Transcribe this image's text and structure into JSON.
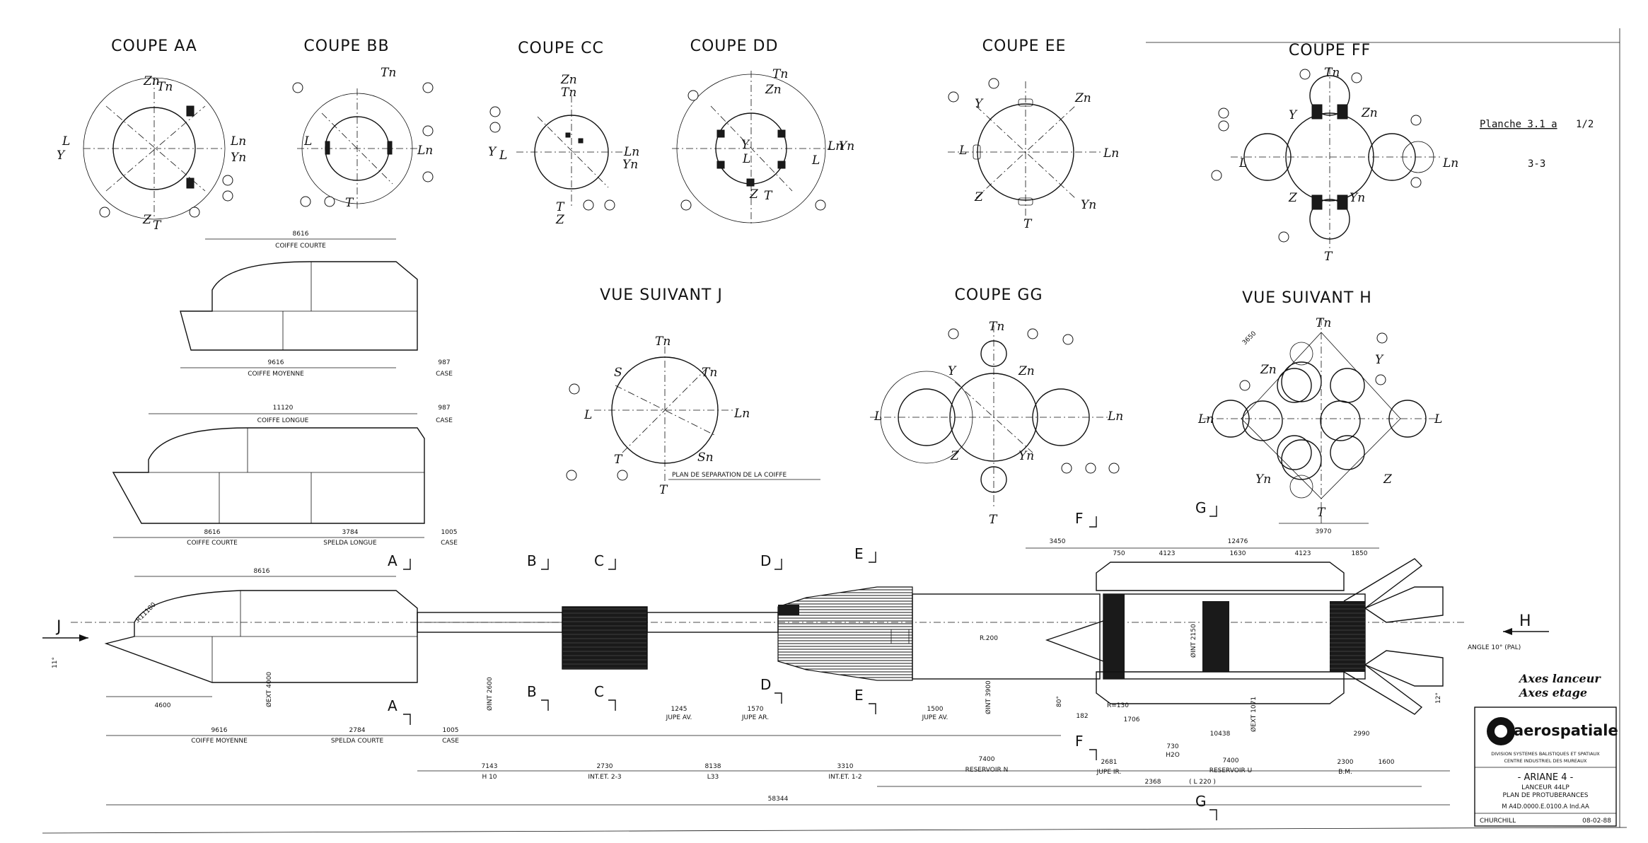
{
  "sections": {
    "aa": "COUPE AA",
    "bb": "COUPE BB",
    "cc": "COUPE CC",
    "dd": "COUPE DD",
    "ee": "COUPE EE",
    "ff": "COUPE FF",
    "j": "VUE SUIVANT J",
    "gg": "COUPE GG",
    "h": "VUE SUIVANT H"
  },
  "planche": {
    "label": "Planche 3.1 a",
    "sheet": "1/2",
    "page": "3-3"
  },
  "axis_labels": {
    "L": "L",
    "Ln": "Ln",
    "Y": "Y",
    "Yn": "Yn",
    "Z": "Z",
    "Zn": "Zn",
    "T": "T",
    "Tn": "Tn",
    "S": "S",
    "Sn": "Sn"
  },
  "fairings": {
    "courte": {
      "len": "8616",
      "name": "COIFFE COURTE"
    },
    "moyenne": {
      "len": "9616",
      "name": "COIFFE MOYENNE",
      "case_len": "987",
      "case": "CASE"
    },
    "longue": {
      "len": "11120",
      "name": "COIFFE LONGUE",
      "case_len": "987",
      "case": "CASE"
    },
    "speld": {
      "courte_len": "8616",
      "courte": "COIFFE COURTE",
      "spelda_len": "3784",
      "spelda": "SPELDA LONGUE",
      "case_len": "1005",
      "case": "CASE"
    }
  },
  "main": {
    "j_label": "J",
    "h_label": "H",
    "angle": "ANGLE 10° (PAL)",
    "top_8616": "8616",
    "r11180": "R11180",
    "ang11": "11°",
    "d4600": "4600",
    "ext4000": "ØEXT 4000",
    "int2600": "ØINT 2600",
    "int3900": "ØINT 3900",
    "r200": "R.200",
    "int2150": "ØINT 2150",
    "ext1071": "ØEXT 1071",
    "ang12": "12°",
    "ang80": "80°",
    "r130": "R=130",
    "jupe_av1_len": "1245",
    "jupe_av1": "JUPE AV.",
    "jupe_ar_len": "1570",
    "jupe_ar": "JUPE AR.",
    "jupe_av2_len": "1500",
    "jupe_av2": "JUPE AV.",
    "d3450": "3450",
    "d750": "750",
    "d4123a": "4123",
    "d1630": "1630",
    "d4123b": "4123",
    "d1850": "1850",
    "d12476": "12476",
    "d182": "182",
    "d1706": "1706",
    "d10438": "10438",
    "d2990": "2990",
    "bottom": {
      "moy_len": "9616",
      "moy": "COIFFE MOYENNE",
      "spel_len": "2784",
      "spel": "SPELDA COURTE",
      "case_len": "1005",
      "case": "CASE",
      "h10_len": "7143",
      "h10": "H 10",
      "int23_len": "2730",
      "int23": "INT.ET. 2-3",
      "l33_len": "8138",
      "l33": "L33",
      "int12_len": "3310",
      "int12": "INT.ET. 1-2",
      "resn_len": "7400",
      "resn": "RESERVOIR N",
      "jupe_ir_len": "2681",
      "jupe_ir": "JUPE IR.",
      "h2o_len": "730",
      "h2o": "H2O",
      "resu_len": "7400",
      "resu": "RESERVOIR U",
      "bm_len": "2300",
      "bm": "B.M.",
      "d1600": "1600",
      "d2368": "2368",
      "l220": "( L 220 )",
      "total": "58344"
    }
  },
  "view_j": {
    "plan": "PLAN DE SEPARATION DE LA COIFFE"
  },
  "view_h": {
    "d3650": "3650",
    "d3970": "3970"
  },
  "legend": {
    "axes_lanceur": "Axes lanceur",
    "axes_etage": "Axes etage"
  },
  "cartouche": {
    "company": "aerospatiale",
    "division": "DIVISION SYSTEMES BALISTIQUES ET SPATIAUX",
    "centre": "CENTRE INDUSTRIEL DES MUREAUX",
    "program": "- ARIANE 4 -",
    "launcher": "LANCEUR 44LP",
    "plan": "PLAN DE PROTUBERANCES",
    "ref": "M A4D.0000.E.0100.A Ind.AA",
    "author": "CHURCHILL",
    "date": "08-02-88"
  },
  "colors": {
    "ink": "#111111",
    "paper": "#ffffff"
  }
}
